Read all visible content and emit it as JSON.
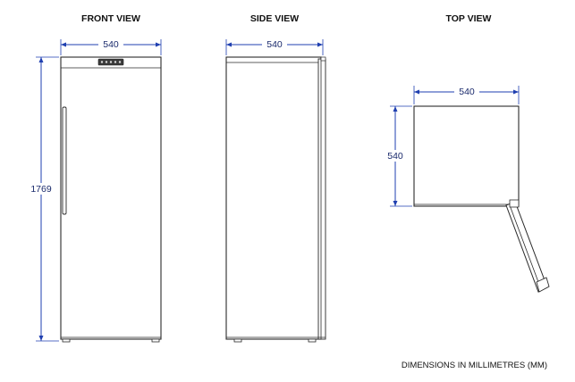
{
  "views": {
    "front": {
      "title": "FRONT VIEW",
      "width_label": "540",
      "height_label": "1769"
    },
    "side": {
      "title": "SIDE VIEW",
      "width_label": "540"
    },
    "top": {
      "title": "TOP VIEW",
      "width_label": "540",
      "depth_label": "540"
    }
  },
  "footnote": "DIMENSIONS IN MILLIMETRES (MM)",
  "colors": {
    "dimension": "#1f3fb0",
    "dimension_text": "#1a2a6c",
    "outline": "#2a2a2a"
  }
}
